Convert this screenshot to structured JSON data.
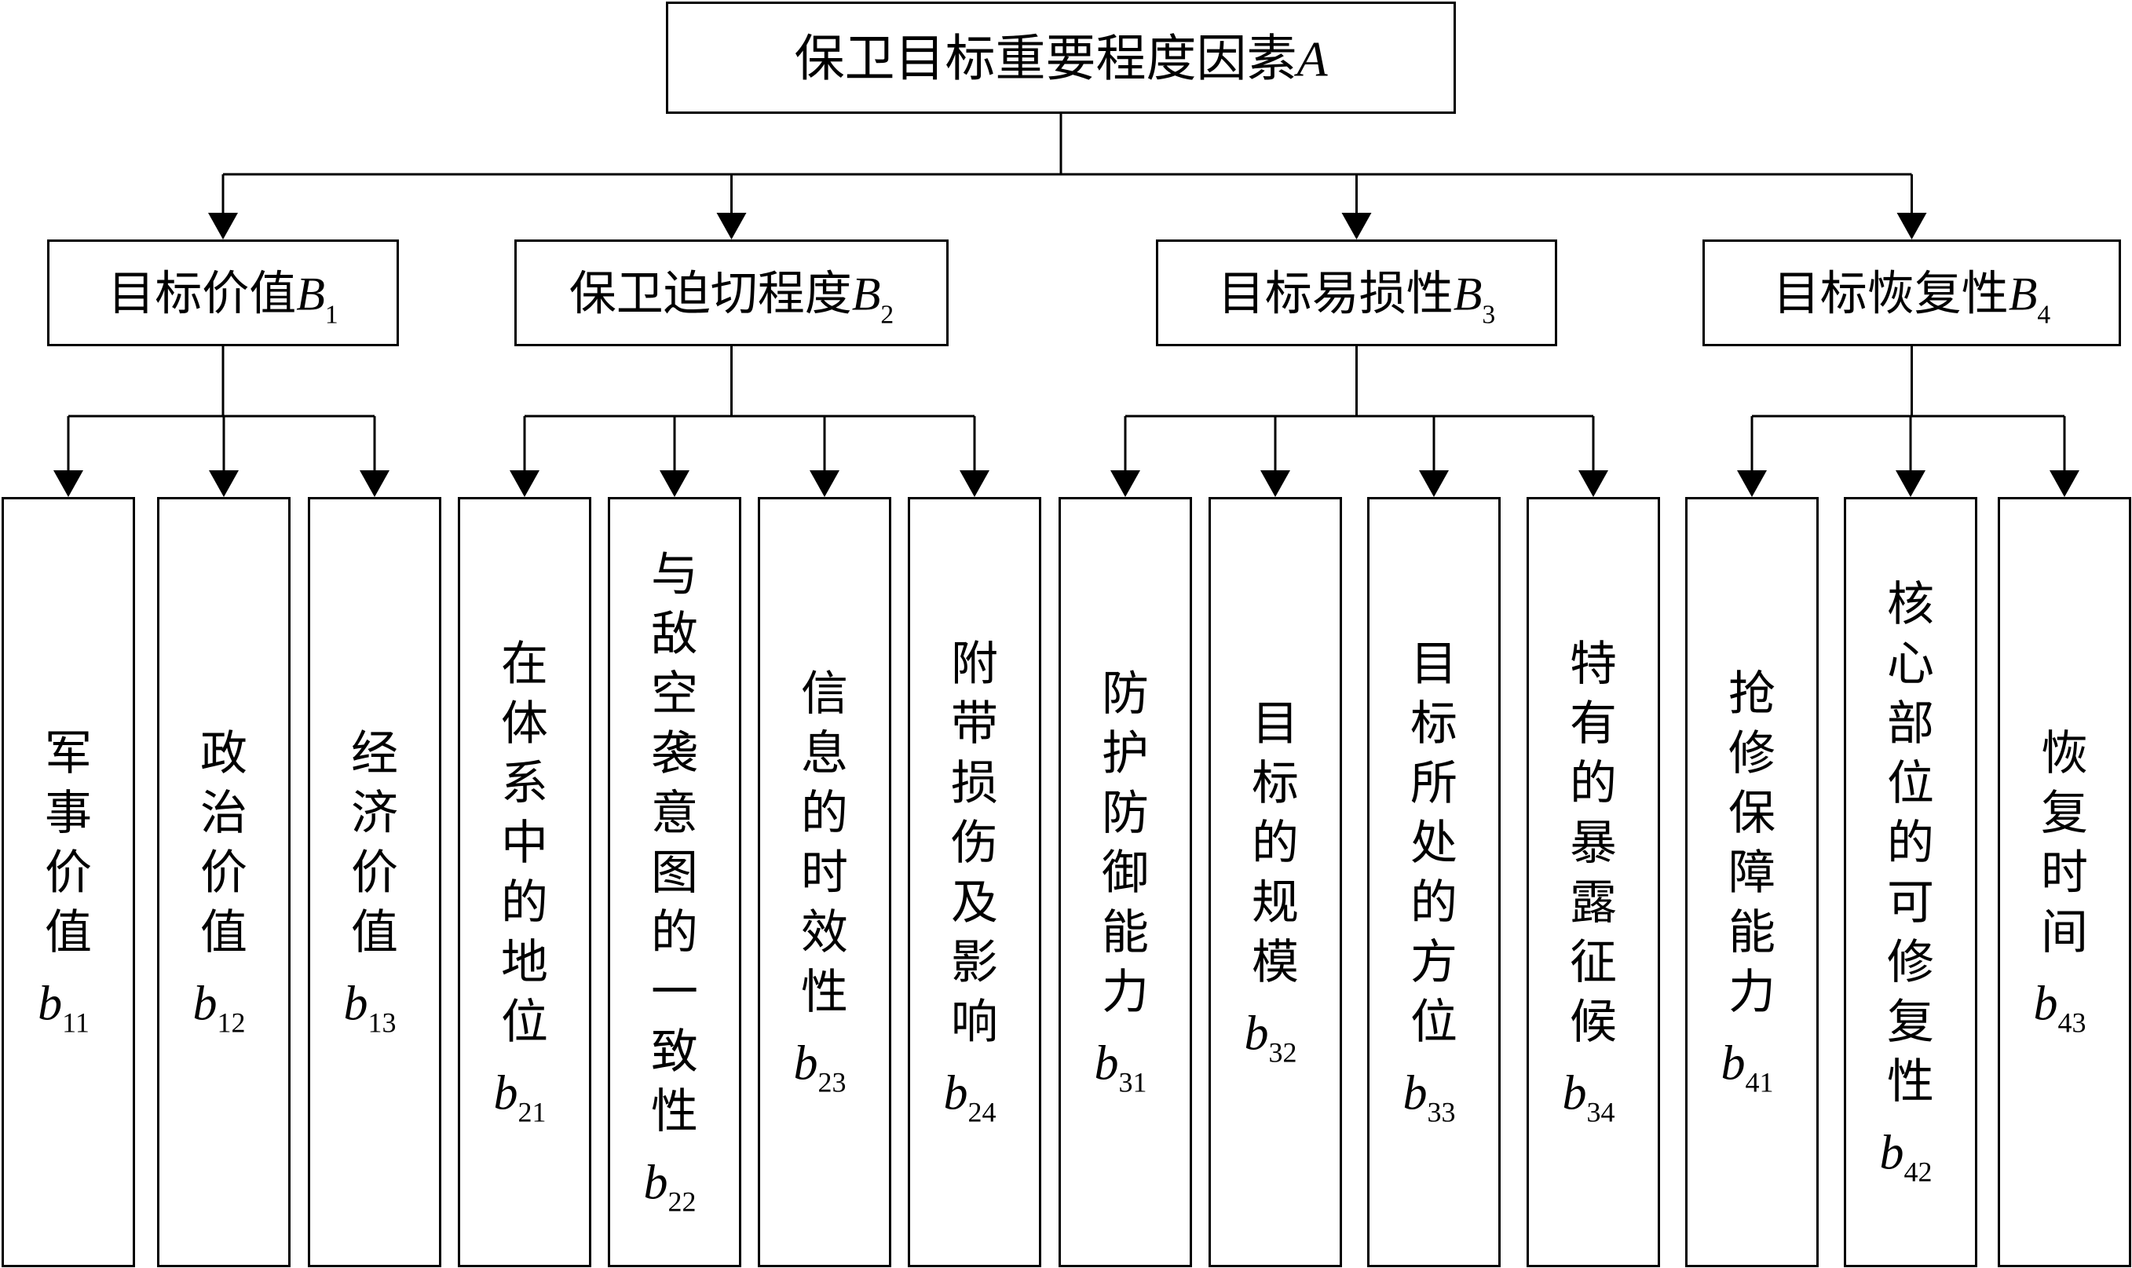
{
  "root": {
    "text": "保卫目标重要程度因素",
    "var": "A"
  },
  "groups": [
    {
      "text": "目标价值",
      "var": "B",
      "sub": "1",
      "children": [
        {
          "text": "军事价值",
          "var": "b",
          "sub": "11"
        },
        {
          "text": "政治价值",
          "var": "b",
          "sub": "12"
        },
        {
          "text": "经济价值",
          "var": "b",
          "sub": "13"
        }
      ]
    },
    {
      "text": "保卫迫切程度",
      "var": "B",
      "sub": "2",
      "children": [
        {
          "text": "在体系中的地位",
          "var": "b",
          "sub": "21"
        },
        {
          "text": "与敌空袭意图的一致性",
          "var": "b",
          "sub": "22"
        },
        {
          "text": "信息的时效性",
          "var": "b",
          "sub": "23"
        },
        {
          "text": "附带损伤及影响",
          "var": "b",
          "sub": "24"
        }
      ]
    },
    {
      "text": "目标易损性",
      "var": "B",
      "sub": "3",
      "children": [
        {
          "text": "防护防御能力",
          "var": "b",
          "sub": "31"
        },
        {
          "text": "目标的规模",
          "var": "b",
          "sub": "32"
        },
        {
          "text": "目标所处的方位",
          "var": "b",
          "sub": "33"
        },
        {
          "text": "特有的暴露征候",
          "var": "b",
          "sub": "34"
        }
      ]
    },
    {
      "text": "目标恢复性",
      "var": "B",
      "sub": "4",
      "children": [
        {
          "text": "抢修保障能力",
          "var": "b",
          "sub": "41"
        },
        {
          "text": "核心部位的可修复性",
          "var": "b",
          "sub": "42"
        },
        {
          "text": "恢复时间",
          "var": "b",
          "sub": "43"
        }
      ]
    }
  ]
}
